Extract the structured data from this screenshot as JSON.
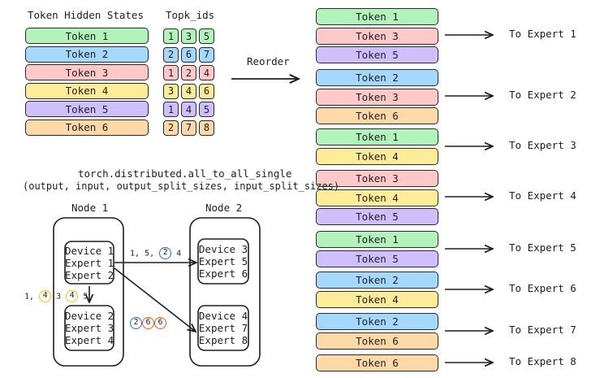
{
  "colors": {
    "green": "#b2f2bb",
    "blue": "#a5d8ff",
    "pink": "#ffc9c9",
    "yellow": "#ffec99",
    "purple": "#d0bfff",
    "orange": "#ffd8a8",
    "circle_blue": "#1971c2",
    "circle_yellow": "#f0c000",
    "circle_orange": "#e8590c"
  },
  "left": {
    "hidden_states_title": "Token Hidden States",
    "topk_title": "Topk_ids",
    "tokens": [
      {
        "label": "Token 1",
        "color": "green"
      },
      {
        "label": "Token 2",
        "color": "blue"
      },
      {
        "label": "Token 3",
        "color": "pink"
      },
      {
        "label": "Token 4",
        "color": "yellow"
      },
      {
        "label": "Token 5",
        "color": "purple"
      },
      {
        "label": "Token 6",
        "color": "orange"
      }
    ],
    "topk_ids": [
      [
        "1",
        "3",
        "5"
      ],
      [
        "2",
        "6",
        "7"
      ],
      [
        "1",
        "2",
        "4"
      ],
      [
        "3",
        "4",
        "6"
      ],
      [
        "1",
        "4",
        "5"
      ],
      [
        "2",
        "7",
        "8"
      ]
    ]
  },
  "reorder_label": "Reorder",
  "experts": [
    {
      "target": "To Expert 1",
      "tokens": [
        {
          "label": "Token 1",
          "color": "green"
        },
        {
          "label": "Token 3",
          "color": "pink"
        },
        {
          "label": "Token 5",
          "color": "purple"
        }
      ]
    },
    {
      "target": "To Expert 2",
      "tokens": [
        {
          "label": "Token 2",
          "color": "blue"
        },
        {
          "label": "Token 3",
          "color": "pink"
        },
        {
          "label": "Token 6",
          "color": "orange"
        }
      ]
    },
    {
      "target": "To Expert 3",
      "tokens": [
        {
          "label": "Token 1",
          "color": "green"
        },
        {
          "label": "Token 4",
          "color": "yellow"
        }
      ]
    },
    {
      "target": "To Expert 4",
      "tokens": [
        {
          "label": "Token 3",
          "color": "pink"
        },
        {
          "label": "Token 4",
          "color": "yellow"
        },
        {
          "label": "Token 5",
          "color": "purple"
        }
      ]
    },
    {
      "target": "To Expert 5",
      "tokens": [
        {
          "label": "Token 1",
          "color": "green"
        },
        {
          "label": "Token 5",
          "color": "purple"
        }
      ]
    },
    {
      "target": "To Expert 6",
      "tokens": [
        {
          "label": "Token 2",
          "color": "blue"
        },
        {
          "label": "Token 4",
          "color": "yellow"
        }
      ]
    },
    {
      "target": "To Expert 7",
      "tokens": [
        {
          "label": "Token 2",
          "color": "blue"
        },
        {
          "label": "Token 6",
          "color": "orange"
        }
      ]
    },
    {
      "target": "To Expert 8",
      "tokens": [
        {
          "label": "Token 6",
          "color": "orange"
        }
      ]
    }
  ],
  "alltoall": {
    "line1": "torch.distributed.all_to_all_single",
    "line2": "(output, input, output_split_sizes, input_split_sizes)"
  },
  "nodes": {
    "node1_label": "Node 1",
    "node2_label": "Node 2",
    "device1": [
      "Device 1",
      "Expert 1",
      "Expert 2"
    ],
    "device2": [
      "Device 2",
      "Expert 3",
      "Expert 4"
    ],
    "device3": [
      "Device 3",
      "Expert 5",
      "Expert 6"
    ],
    "device4": [
      "Device 4",
      "Expert 7",
      "Expert 8"
    ]
  },
  "annotations": {
    "to_device3": {
      "prefix": "1, 5,",
      "circled": "2",
      "suffix": "4"
    },
    "to_device2": {
      "a": "1,",
      "b": "4",
      "c": "3",
      "d": "4",
      "e": "5"
    },
    "to_device4": [
      "2",
      "6",
      "6"
    ]
  }
}
